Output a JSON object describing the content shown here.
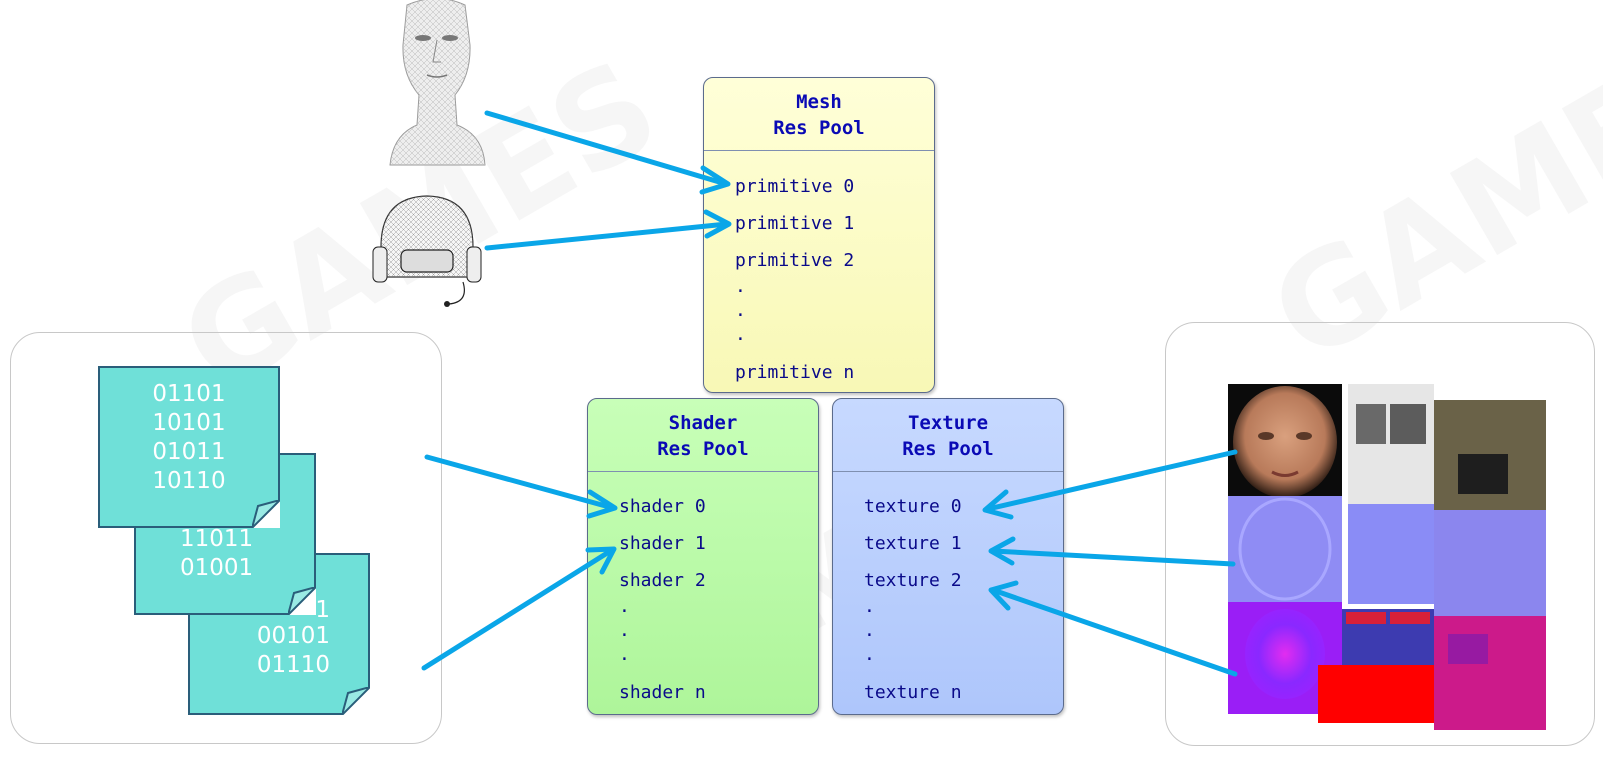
{
  "mesh_pool": {
    "title_line1": "Mesh",
    "title_line2": "Res Pool",
    "items": [
      "primitive 0",
      "primitive 1",
      "primitive 2",
      ".",
      ".",
      ".",
      "primitive n"
    ]
  },
  "shader_pool": {
    "title_line1": "Shader",
    "title_line2": "Res Pool",
    "items": [
      "shader 0",
      "shader 1",
      "shader 2",
      ".",
      ".",
      ".",
      "shader n"
    ]
  },
  "texture_pool": {
    "title_line1": "Texture",
    "title_line2": "Res Pool",
    "items": [
      "texture 0",
      "texture 1",
      "texture 2",
      ".",
      ".",
      ".",
      "texture n"
    ]
  },
  "binary_notes": [
    [
      "01101",
      "10101",
      "01011",
      "10110"
    ],
    [
      "11011",
      "01001"
    ],
    [
      "1",
      "00101",
      "01110"
    ]
  ],
  "colors": {
    "arrow": "#0aa6e8",
    "mesh_fill": "#f8f8b6",
    "shader_fill": "#aef59a",
    "texture_fill": "#aec6fb",
    "note_fill": "#6fe0d8",
    "pool_text": "#0a0a8a"
  },
  "icons": [
    "head-wireframe-icon",
    "helmet-wireframe-icon",
    "texture-maps-image"
  ]
}
